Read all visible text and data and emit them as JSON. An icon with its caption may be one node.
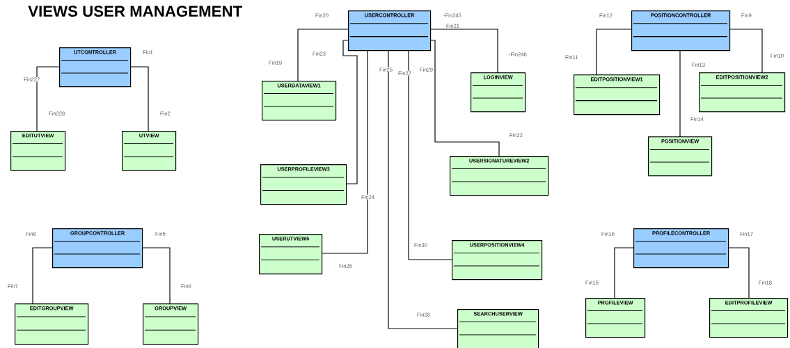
{
  "diagram": {
    "title": "VIEWS USER MANAGEMENT",
    "nodes": [
      {
        "text": [
          "UTCONTROLLER"
        ]
      },
      {
        "text": [
          "EDITUTVIEW"
        ]
      },
      {
        "text": [
          "UTVIEW"
        ]
      },
      {
        "text": [
          "GROUPCONTROLLER"
        ]
      },
      {
        "text": [
          "EDITGROUPVIEW"
        ]
      },
      {
        "text": [
          "GROUPVIEW"
        ]
      },
      {
        "text": [
          "USERCONTROLLER"
        ]
      },
      {
        "text": [
          "USERDATAVIEW1"
        ]
      },
      {
        "text": [
          "LOGINVIEW"
        ]
      },
      {
        "text": [
          "USERPROFILEVIEW3"
        ]
      },
      {
        "text": [
          "USERSIGNATUREVIEW2"
        ]
      },
      {
        "text": [
          "USERUTVIEW5"
        ]
      },
      {
        "text": [
          "USERPOSITIONVIEW4"
        ]
      },
      {
        "text": [
          "SEARCHUSERVIEW"
        ]
      },
      {
        "text": [
          "POSITIONCONTROLLER"
        ]
      },
      {
        "text": [
          "EDITPOSITIONVIEW1"
        ]
      },
      {
        "text": [
          "EDITPOSITIONVIEW2"
        ]
      },
      {
        "text": [
          "POSITIONVIEW"
        ]
      },
      {
        "text": [
          "PROFILECONTROLLER"
        ]
      },
      {
        "text": [
          "PROFILEVIEW"
        ]
      },
      {
        "text": [
          "EDITPROFILEVIEW"
        ]
      }
    ],
    "edges": [
      {
        "from": 0,
        "to": 1,
        "arrow": "none"
      },
      {
        "from": 0,
        "to": 2,
        "arrow": "none"
      },
      {
        "from": 3,
        "to": 4,
        "arrow": "none"
      },
      {
        "from": 3,
        "to": 5,
        "arrow": "none"
      },
      {
        "from": 6,
        "to": 7,
        "arrow": "none"
      },
      {
        "from": 6,
        "to": 8,
        "arrow": "none"
      },
      {
        "from": 6,
        "to": 9,
        "arrow": "none"
      },
      {
        "from": 6,
        "to": 11,
        "arrow": "none"
      },
      {
        "from": 6,
        "to": 13,
        "arrow": "none"
      },
      {
        "from": 6,
        "to": 12,
        "arrow": "none"
      },
      {
        "from": 6,
        "to": 10,
        "arrow": "none"
      },
      {
        "from": 14,
        "to": 15,
        "arrow": "none"
      },
      {
        "from": 14,
        "to": 16,
        "arrow": "none"
      },
      {
        "from": 14,
        "to": 17,
        "arrow": "none"
      },
      {
        "from": 18,
        "to": 19,
        "arrow": "none"
      },
      {
        "from": 18,
        "to": 20,
        "arrow": "none"
      }
    ],
    "labels": [
      "Fin1",
      "Fin227",
      "Fin228",
      "Fin2",
      "Fin8",
      "Fin5",
      "Fin7",
      "Fin6",
      "Fin20",
      "-Fin245",
      "Fin21",
      "Fin23",
      "Fin19",
      "-Fin246",
      "Fin25",
      "Fin27",
      "Fin29",
      "Fin22",
      "Fin24",
      "Fin26",
      "Fin30",
      "Fin28",
      "Fin12",
      "Fin9",
      "Fin11",
      "Fin10",
      "Fin13",
      "Fin14",
      "Fin16",
      "Fin17",
      "Fin15",
      "Fin18"
    ]
  }
}
